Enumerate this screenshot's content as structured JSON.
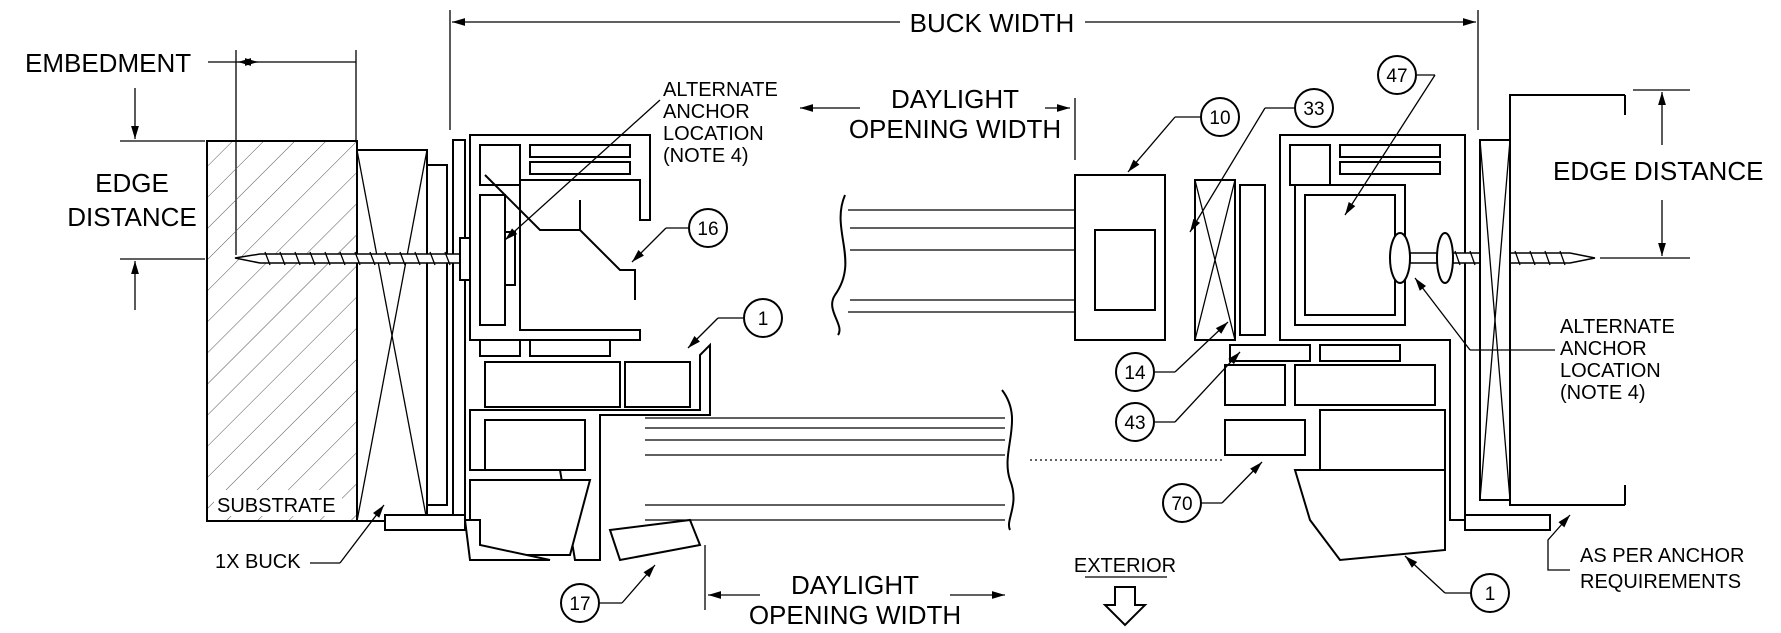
{
  "labels": {
    "buck_width": "BUCK WIDTH",
    "embedment": "EMBEDMENT",
    "edge_distance_left_1": "EDGE",
    "edge_distance_left_2": "DISTANCE",
    "edge_distance_right": "EDGE DISTANCE",
    "alt_anchor_left": [
      "ALTERNATE",
      "ANCHOR",
      "LOCATION",
      "(NOTE 4)"
    ],
    "alt_anchor_right": [
      "ALTERNATE",
      "ANCHOR",
      "LOCATION",
      "(NOTE 4)"
    ],
    "daylight_top": [
      "DAYLIGHT",
      "OPENING WIDTH"
    ],
    "daylight_bottom": [
      "DAYLIGHT",
      "OPENING WIDTH"
    ],
    "substrate": "SUBSTRATE",
    "buck": "1X BUCK",
    "exterior": "EXTERIOR",
    "anchor_req": [
      "AS PER ANCHOR",
      "REQUIREMENTS"
    ]
  },
  "callouts": [
    "10",
    "33",
    "47",
    "16",
    "1",
    "14",
    "43",
    "70",
    "17",
    "1"
  ]
}
